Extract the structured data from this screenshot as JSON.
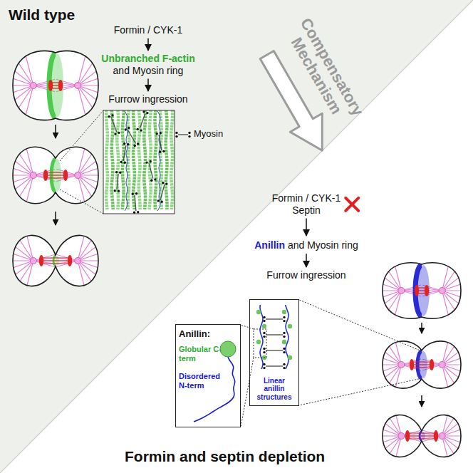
{
  "diagram": {
    "nodes": [
      {
        "text": [
          "Formin / CYK-1"
        ]
      },
      {
        "text": [
          "Unbranched F-actin",
          "and Myosin ring"
        ]
      },
      {
        "text": [
          "Furrow ingression"
        ]
      },
      {
        "text": [
          "Formin / CYK-1",
          "Septin"
        ]
      },
      {
        "text": [
          "Anillin",
          "and Myosin ring"
        ]
      },
      {
        "text": [
          "Furrow ingression"
        ]
      },
      {
        "text": [
          "Anillin:",
          "Globular C-term",
          "Disordered N-term"
        ]
      },
      {
        "text": [
          "Linear anillin structures"
        ]
      }
    ],
    "edges": [
      {
        "from": 0,
        "to": 1,
        "arrow": "to"
      },
      {
        "from": 1,
        "to": 2,
        "arrow": "to"
      },
      {
        "from": 3,
        "to": 4,
        "arrow": "to"
      },
      {
        "from": 4,
        "to": 5,
        "arrow": "to"
      }
    ],
    "labels": [
      "Wild type",
      "Myosin",
      "Compensatory Mechanism",
      "Formin and septin depletion"
    ]
  }
}
